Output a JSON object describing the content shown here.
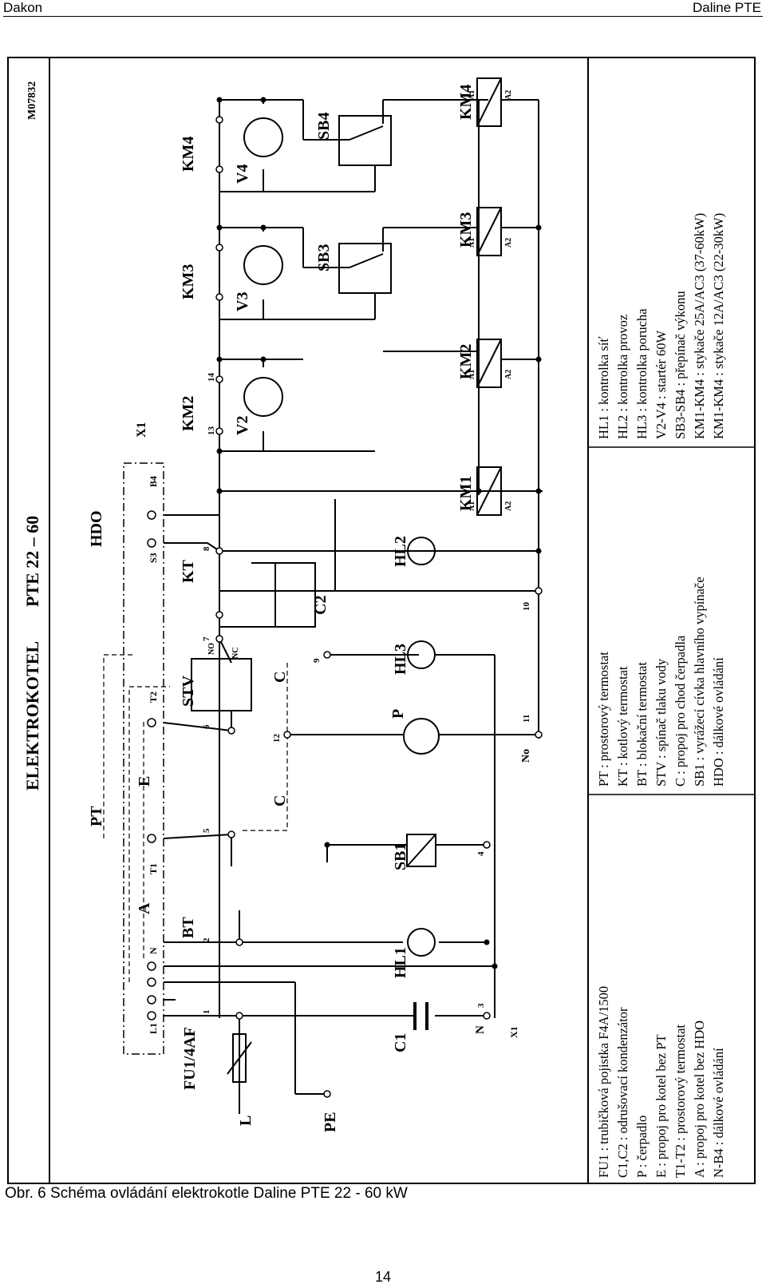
{
  "header": {
    "left": "Dakon",
    "right": "Daline PTE"
  },
  "caption": "Obr. 6 Schéma ovládání elektrokotle Daline PTE 22 - 60 kW",
  "page_number": "14",
  "diagram": {
    "title": "ELEKTROKOTEL",
    "model": "PTE 22 – 60",
    "drawing_no": "M07832",
    "labels": {
      "X1": "X1",
      "HDO": "HDO",
      "PT": "PT",
      "KT": "KT",
      "BT": "BT",
      "STV": "STV",
      "C": "C",
      "C2": "C2",
      "C1": "C1",
      "FU1": "FU1/4AF",
      "L": "L",
      "PE": "PE",
      "N": "N",
      "No": "No",
      "P": "P",
      "HL1": "HL1",
      "HL2": "HL2",
      "HL3": "HL3",
      "SB1": "SB1",
      "KM1": "KM1",
      "KM2": "KM2",
      "KM3": "KM3",
      "KM4": "KM4",
      "V2": "V2",
      "V3": "V3",
      "V4": "V4",
      "SB3": "SB3",
      "SB4": "SB4",
      "A": "A",
      "E": "E",
      "B4": "B4",
      "S3": "S3",
      "T2": "T2",
      "T1": "T1",
      "L1": "L1",
      "A1": "A1",
      "A2": "A2",
      "NO": "NO",
      "NC": "NC"
    },
    "numbers": {
      "n1": "1",
      "n2": "2",
      "n3": "3",
      "n4": "4",
      "n5": "5",
      "n6": "6",
      "n7": "7",
      "n8": "8",
      "n9": "9",
      "n10": "10",
      "n11": "11",
      "n12": "12",
      "n13": "13",
      "n14": "14"
    }
  },
  "legend": {
    "col1": [
      "FU1   : trubičková pojistka F4A/1500",
      "C1,C2 : odrušovací kondenzátor",
      "P       : čerpadlo",
      "E       : propoj pro kotel bez PT",
      "T1-T2 : prostorový termostat",
      "A       : propoj pro kotel bez HDO",
      "N-B4  : dálkové ovládání"
    ],
    "col2": [
      "PT    : prostorový termostat",
      "KT    : kotlový termostat",
      "BT    : blokační termostat",
      "STV  : spínač tlaku vody",
      "C      : propoj pro chod čerpadla",
      "SB1  : vyrážecí cívka hlavního vypínače",
      "HDO : dálkové ovládání"
    ],
    "col3": [
      "HL1           : kontrolka síť",
      "HL2           : kontrolka provoz",
      "HL3           : kontrolka porucha",
      "V2-V4        : startér 60W",
      "SB3-SB4    : přepínač výkonu",
      "KM1-KM4   : stykače 25A/AC3 (37-60kW)",
      "KM1-KM4   : stykače 12A/AC3 (22-30kW)"
    ]
  }
}
